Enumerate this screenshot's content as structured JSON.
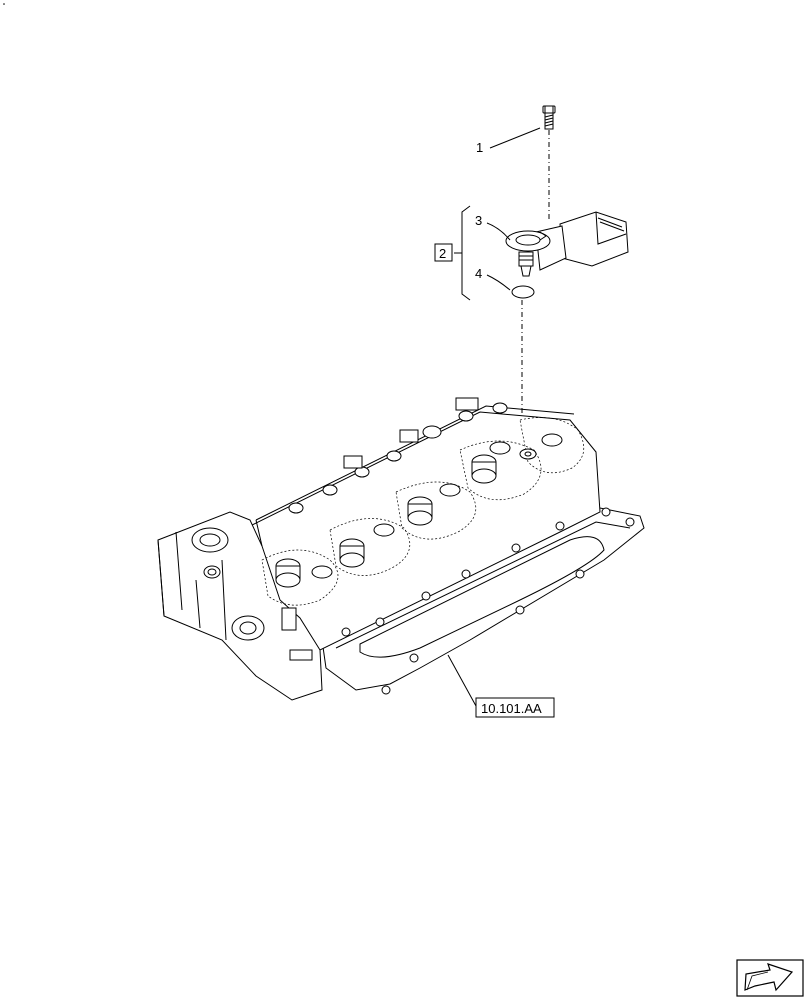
{
  "callouts": {
    "item_1": "1",
    "item_2": "2",
    "item_3": "3",
    "item_4": "4"
  },
  "reference_label": "10.101.AA",
  "icons": {
    "nav": "next-page-arrow-icon"
  }
}
